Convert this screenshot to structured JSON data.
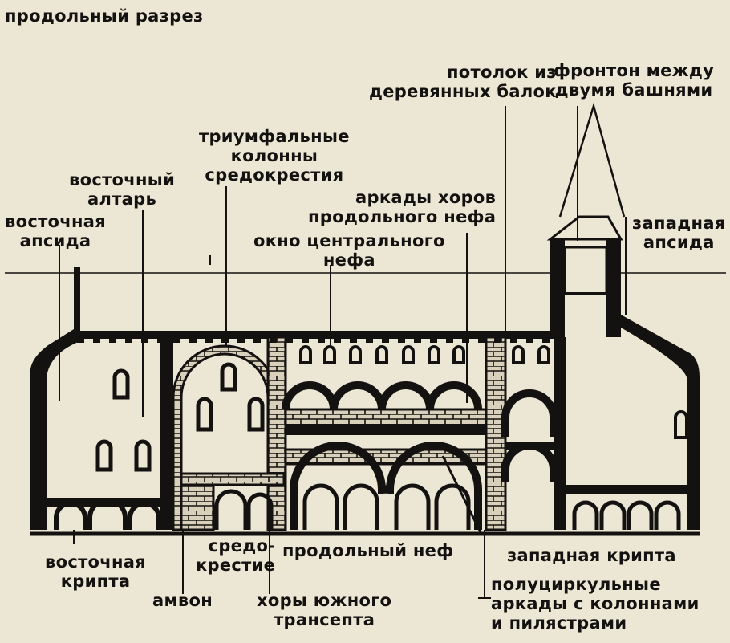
{
  "title": "продольный разрез",
  "labels": {
    "ceiling": [
      "потолок из",
      "деревянных балок"
    ],
    "pediment": [
      "фронтон между",
      "двумя башнями"
    ],
    "triumphal": [
      "триумфальные",
      "колонны",
      "средокрестия"
    ],
    "east_altar": [
      "восточный",
      "алтарь"
    ],
    "east_apse": [
      "восточная",
      "апсида"
    ],
    "choir_arcades": [
      "аркады хоров",
      "продольного нефа"
    ],
    "nave_window": [
      "окно центрального",
      "нефа"
    ],
    "west_apse": [
      "западная",
      "апсида"
    ],
    "east_crypt": [
      "восточная",
      "крипта"
    ],
    "crossing": [
      "средо-",
      "крестие"
    ],
    "nave": "продольный неф",
    "west_crypt": "западная крипта",
    "ambo": "амвон",
    "south_transept": [
      "хоры южного",
      "трансепта"
    ],
    "arcades": [
      "полуциркульные",
      "аркады с колоннами",
      "и пилястрами"
    ]
  },
  "colors": {
    "ink": "#141210",
    "paper": "#ece6d4",
    "stone": "#d8d0bb"
  }
}
